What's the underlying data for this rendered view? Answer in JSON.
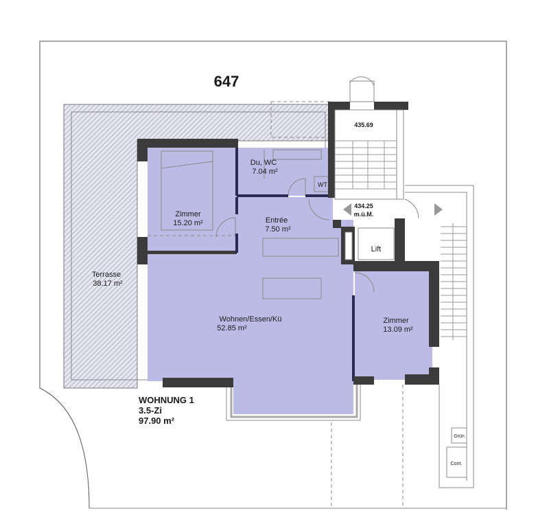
{
  "plot_number": "647",
  "colors": {
    "room_fill": "#bcbbe6",
    "wall": "#3b3b3b",
    "terrace_hatch": "#9a9ab8"
  },
  "apartment": {
    "name": "WOHNUNG 1",
    "rooms_count": "3.5-Zi",
    "total_area": "97.90 m²"
  },
  "rooms": [
    {
      "name": "Zimmer",
      "area": "15.20 m²"
    },
    {
      "name": "Du, WC",
      "area": "7.04 m²"
    },
    {
      "name": "Entrée",
      "area": "7.50 m²"
    },
    {
      "name": "Wohnen/Essen/Kü",
      "area": "52.85 m²"
    },
    {
      "name": "Zimmer",
      "area": "13.09 m²"
    },
    {
      "name": "Terrasse",
      "area": "38.17 m²"
    }
  ],
  "fixtures": {
    "wt": "WT",
    "lift": "Lift",
    "green": "Grün",
    "container": "Cont."
  },
  "levels": {
    "upper": "435.69",
    "landing": "434.25",
    "landing_unit": "m.ü.M."
  }
}
